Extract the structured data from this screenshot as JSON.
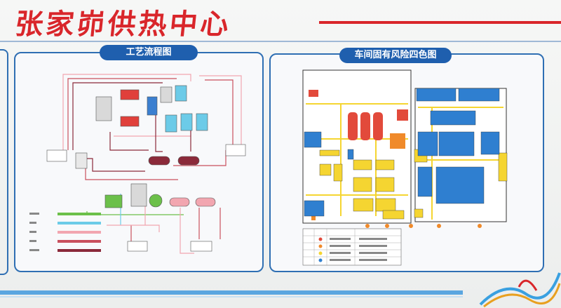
{
  "header": {
    "title": "张家峁供热中心"
  },
  "left_panel": {
    "title": "工艺流程图"
  },
  "right_panel": {
    "title": "车间固有风险四色图"
  },
  "colors": {
    "title_red": "#d9262b",
    "panel_blue": "#1f5fae",
    "risk_red": "#e24a3b",
    "risk_orange": "#f08a2a",
    "risk_yellow": "#f5d531",
    "risk_blue": "#2f7fd0",
    "pipe_green": "#6cc04a",
    "pipe_cyan": "#6ccbe8",
    "pipe_pink": "#f2a6b0",
    "pipe_red": "#c9505e",
    "pipe_darkred": "#8b2a3a"
  }
}
